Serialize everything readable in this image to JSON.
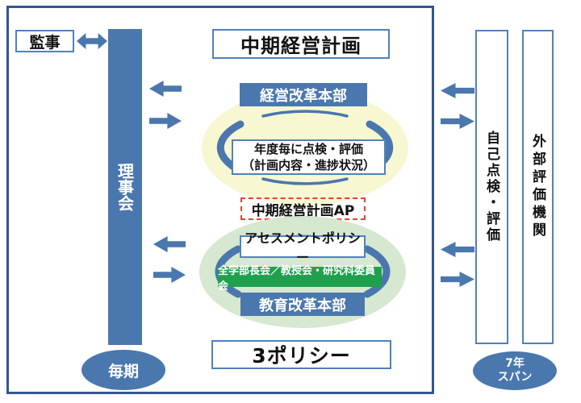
{
  "colors": {
    "blue": "#4a77ad",
    "box_border": "#4f81bd",
    "frame_border": "#35568e",
    "yellow_ellipse": "#f7f7d2",
    "green_ellipse": "#d6e8cf",
    "green_box": "#1fa04d",
    "red_dashed": "#e8402a"
  },
  "auditor": {
    "label": "監事"
  },
  "board": {
    "label": "理事会"
  },
  "mid_term_plan": {
    "label": "中期経営計画"
  },
  "management_cycle": {
    "hq": "経営改革本部",
    "check_line1": "年度毎に点検・評価",
    "check_line2": "（計画内容・進捗状況）",
    "ap": "中期経営計画AP"
  },
  "education_cycle": {
    "assessment": "アセスメントポリシー",
    "faculty": "全学部長会／教授会・研究科委員会",
    "hq": "教育改革本部"
  },
  "three_policy": {
    "label": "3ポリシー"
  },
  "self_check": {
    "label": "自己点検・評価"
  },
  "external_org": {
    "label": "外部評価機関"
  },
  "every_period": {
    "label": "毎期"
  },
  "seven_year_span": {
    "line1": "7年",
    "line2": "スパン"
  }
}
